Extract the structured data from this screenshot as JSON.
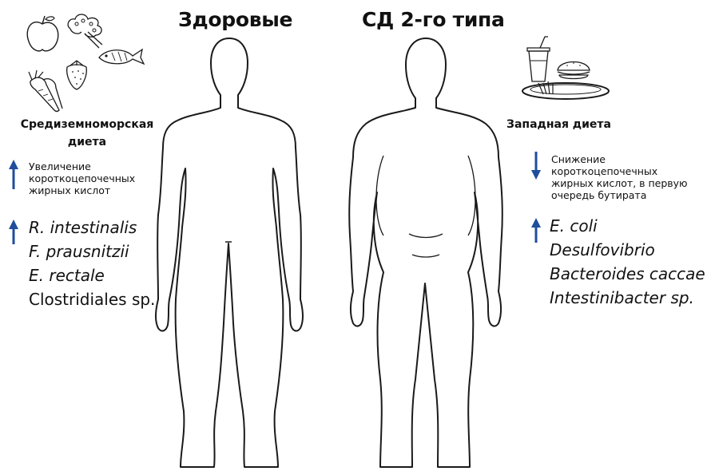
{
  "titles": {
    "healthy": "Здоровые",
    "diabetes": "СД 2-го типа"
  },
  "left": {
    "diet_line1": "Средиземноморская",
    "diet_line2": "диета",
    "scfa_note": [
      "Увеличение",
      "короткоцепочечных",
      "жирных кислот"
    ],
    "bacteria": [
      "R. intestinalis",
      "F. prausnitzii",
      "E. rectale",
      "Clostridiales sp."
    ]
  },
  "right": {
    "diet": "Западная диета",
    "scfa_note": [
      "Снижение",
      "короткоцепочечных",
      "жирных кислот, в первую",
      "очередь бутирата"
    ],
    "bacteria": [
      "E. coli",
      "Desulfovibrio",
      "Bacteroides caccae",
      "Intestinibacter sp."
    ]
  },
  "colors": {
    "arrow": "#1f4e9c",
    "outline": "#1a1a1a"
  },
  "icons": {
    "left": [
      "apple-icon",
      "broccoli-icon",
      "fish-icon",
      "carrot-icon",
      "strawberry-icon"
    ],
    "right": [
      "fast-food-icon"
    ]
  }
}
